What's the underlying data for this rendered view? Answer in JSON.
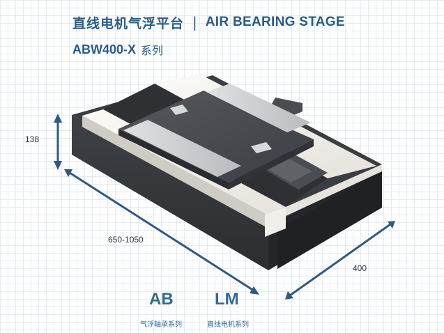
{
  "header": {
    "title_cn": "直线电机气浮平台",
    "separator": "|",
    "title_en": "AIR BEARING STAGE",
    "model": "ABW400-X",
    "series_label": "系列"
  },
  "dimensions": {
    "height": "138",
    "length": "650-1050",
    "width": "400"
  },
  "series": [
    {
      "code": "AB",
      "description": "气浮轴承系列"
    },
    {
      "code": "LM",
      "description": "直线电机系列"
    }
  ],
  "colors": {
    "accent": "#2a5d87",
    "arrow": "#2f5a82",
    "frame": "#3a3d41",
    "rail": "#f3f1ec",
    "carriage": "#45484c"
  }
}
